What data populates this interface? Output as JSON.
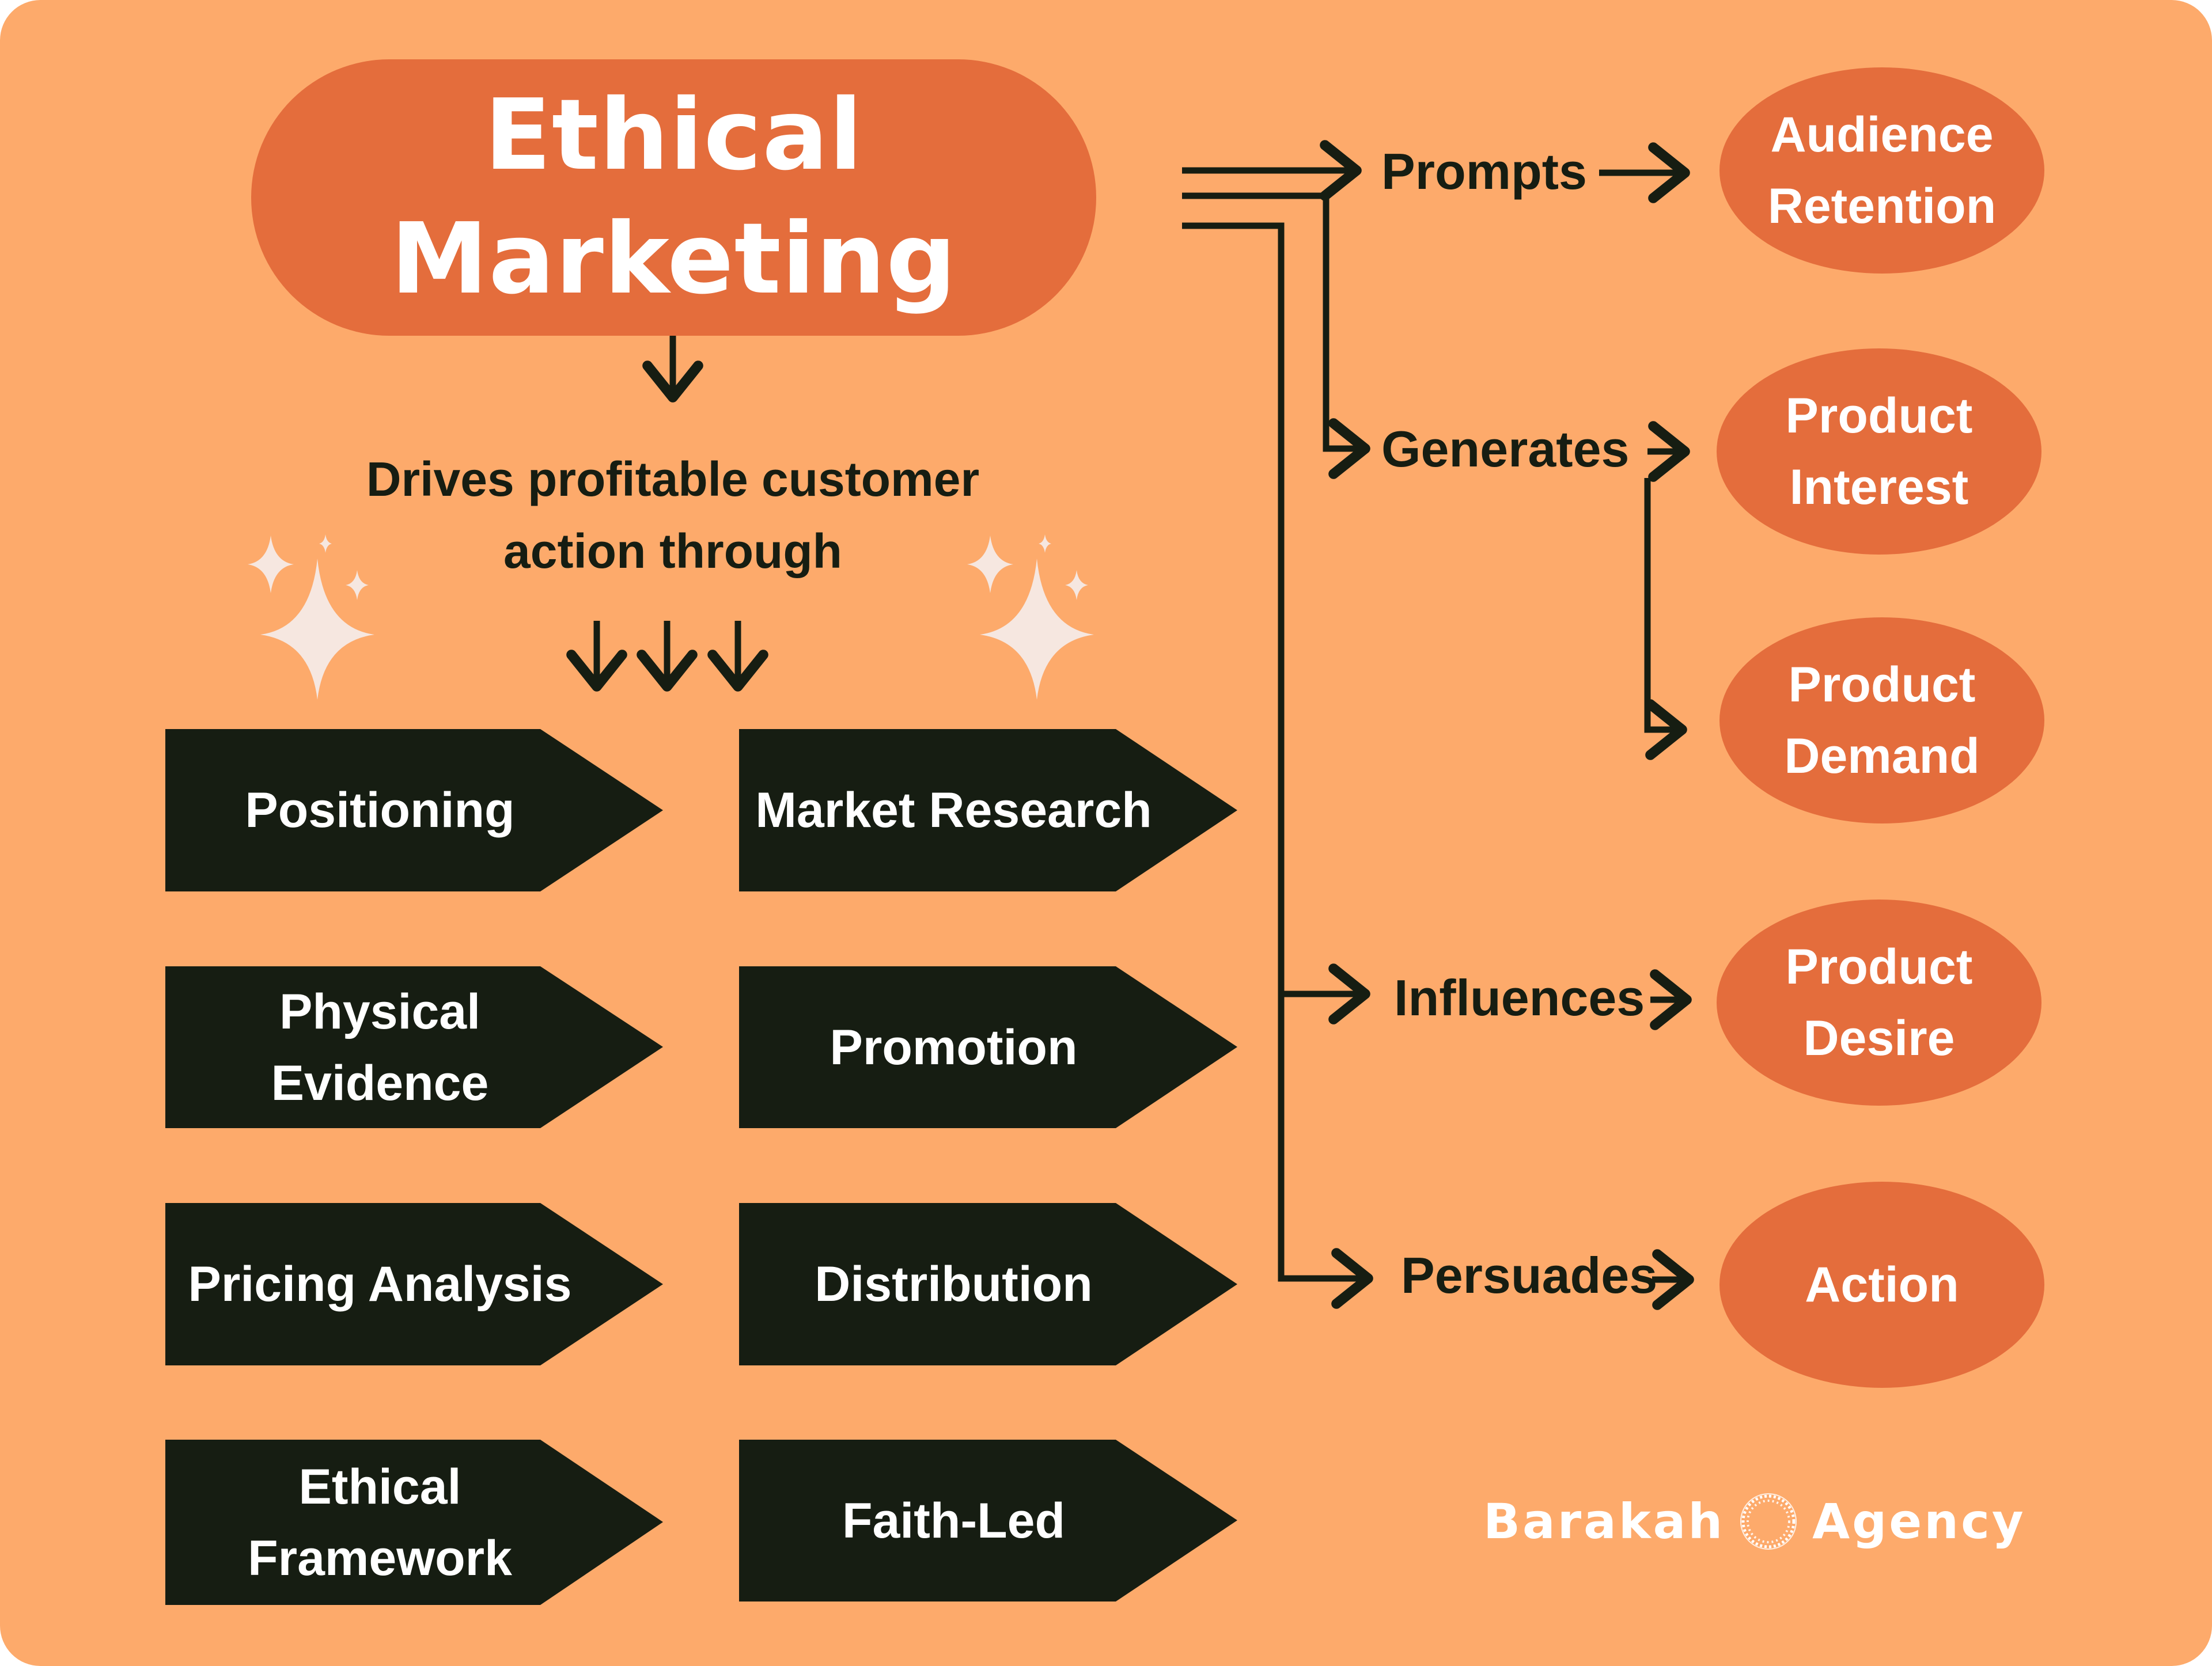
{
  "colors": {
    "background": "#FDAA6B",
    "accent_orange": "#E46D3C",
    "dark": "#161D12",
    "text_light": "#FFFFFF",
    "sparkle": "#F6E7E0"
  },
  "main_node": {
    "title_line1": "Ethical",
    "title_line2": "Marketing"
  },
  "subtitle": {
    "line1": "Drives profitable customer",
    "line2": "action through"
  },
  "channels": [
    {
      "label": "Positioning"
    },
    {
      "label": "Market Research"
    },
    {
      "label": "Physical Evidence"
    },
    {
      "label": "Promotion"
    },
    {
      "label": "Pricing Analysis"
    },
    {
      "label": "Distribution"
    },
    {
      "label_line1": "Ethical",
      "label_line2": "Framework"
    },
    {
      "label": "Faith-Led"
    }
  ],
  "flows": [
    {
      "verb": "Prompts",
      "outcome_line1": "Audience",
      "outcome_line2": "Retention"
    },
    {
      "verb": "Generates",
      "outcome_line1": "Product",
      "outcome_line2": "Interest"
    },
    {
      "verb": "",
      "outcome_line1": "Product",
      "outcome_line2": "Demand"
    },
    {
      "verb": "Influences",
      "outcome_line1": "Product",
      "outcome_line2": "Desire"
    },
    {
      "verb": "Persuades",
      "outcome_line1": "Action",
      "outcome_line2": ""
    }
  ],
  "icons": {
    "arrow": "right-arrow",
    "down_arrow": "down-arrow",
    "sparkle": "sparkle-stars",
    "logo_mark": "barakah-ring-logo"
  },
  "brand": {
    "left_word": "Barakah",
    "right_word": "Agency"
  }
}
